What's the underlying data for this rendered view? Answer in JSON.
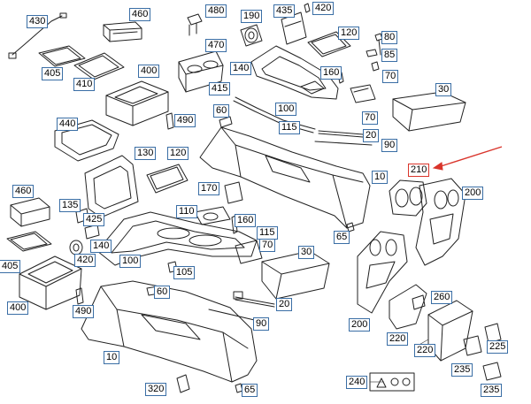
{
  "colors": {
    "label_border": "#3a6ea5",
    "highlight": "#d9342b",
    "line": "#222222"
  },
  "highlighted_part": "210",
  "callouts": {
    "c430": "430",
    "c460a": "460",
    "c480": "480",
    "c190": "190",
    "c435": "435",
    "c420a": "420",
    "c470": "470",
    "c120a": "120",
    "c80": "80",
    "c85": "85",
    "c405a": "405",
    "c410": "410",
    "c400a": "400",
    "c415": "415",
    "c140a": "140",
    "c160a": "160",
    "c70a": "70",
    "c30a": "30",
    "c490a": "490",
    "c60a": "60",
    "c100a": "100",
    "c70b": "70",
    "c440": "440",
    "c115a": "115",
    "c20a": "20",
    "c90a": "90",
    "c130": "130",
    "c120b": "120",
    "c10a": "10",
    "c210": "210",
    "c200a": "200",
    "c460b": "460",
    "c135": "135",
    "c170": "170",
    "c425": "425",
    "c110": "110",
    "c160b": "160",
    "c65a": "65",
    "c140b": "140",
    "c115b": "115",
    "c70c": "70",
    "c420b": "420",
    "c30b": "30",
    "c405b": "405",
    "c100b": "100",
    "c105": "105",
    "c400b": "400",
    "c60b": "60",
    "c20b": "20",
    "c260": "260",
    "c490b": "490",
    "c90b": "90",
    "c200b": "200",
    "c220a": "220",
    "c10b": "10",
    "c225": "225",
    "c220b": "220",
    "c235a": "235",
    "c240": "240",
    "c320": "320",
    "c65b": "65",
    "c235b": "235"
  }
}
